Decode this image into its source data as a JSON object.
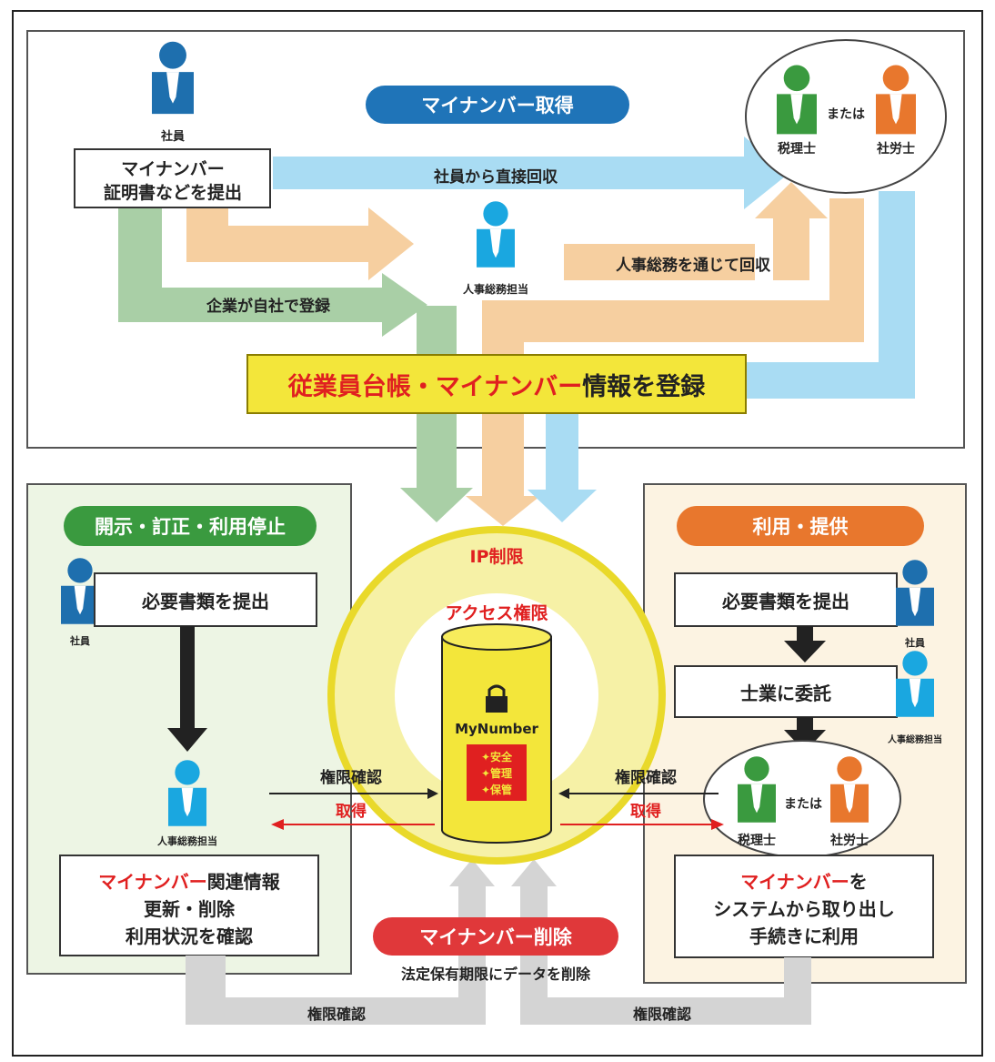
{
  "colors": {
    "blue_arrow": "#a9dcf3",
    "orange_arrow": "#f6cfa0",
    "green_arrow": "#a9cfa6",
    "gray_arrow": "#d4d4d4",
    "pill_blue": "#1f74b8",
    "pill_green": "#3a9a3f",
    "pill_orange": "#e8772d",
    "pill_red": "#e0383a",
    "yellow": "#f3e63a",
    "ring": "#f6f1a6",
    "person_blue": "#1e6fae",
    "person_light": "#1aa7e0",
    "person_green": "#3a9a3f",
    "person_orange": "#e8772d",
    "red_text": "#e02020"
  },
  "top": {
    "acquire_pill": "マイナンバー取得",
    "employee_label": "社員",
    "submit_box": [
      "マイナンバー",
      "証明書などを提出"
    ],
    "direct_collect": "社員から直接回収",
    "hr_label": "人事総務担当",
    "via_hr": "人事総務を通じて回収",
    "company_register": "企業が自社で登録",
    "or_text": "または",
    "tax_accountant": "税理士",
    "labor_consultant": "社労士",
    "register_banner_red": "従業員台帳・マイナンバー",
    "register_banner_black": "情報を登録"
  },
  "left": {
    "pill": "開示・訂正・利用停止",
    "employee_label": "社員",
    "submit_box": "必要書類を提出",
    "hr_label": "人事総務担当",
    "info_red": "マイナンバー",
    "info_black": "関連情報",
    "info_line2": "更新・削除",
    "info_line3": "利用状況を確認"
  },
  "center": {
    "ip": "IP制限",
    "access": "アクセス権限",
    "db_label": "MyNumber",
    "db_items": [
      "安全",
      "管理",
      "保管"
    ],
    "left_check": "権限確認",
    "left_get": "取得",
    "right_check": "権限確認",
    "right_get": "取得",
    "delete_pill": "マイナンバー削除",
    "delete_note": "法定保有期限にデータを削除",
    "bottom_check_left": "権限確認",
    "bottom_check_right": "権限確認"
  },
  "right": {
    "pill": "利用・提供",
    "submit_box": "必要書類を提出",
    "employee_label": "社員",
    "entrust_box": "士業に委託",
    "hr_label": "人事総務担当",
    "or_text": "または",
    "tax_accountant": "税理士",
    "labor_consultant": "社労士",
    "use_red": "マイナンバー",
    "use_black": "を",
    "use_line2": "システムから取り出し",
    "use_line3": "手続きに利用"
  }
}
